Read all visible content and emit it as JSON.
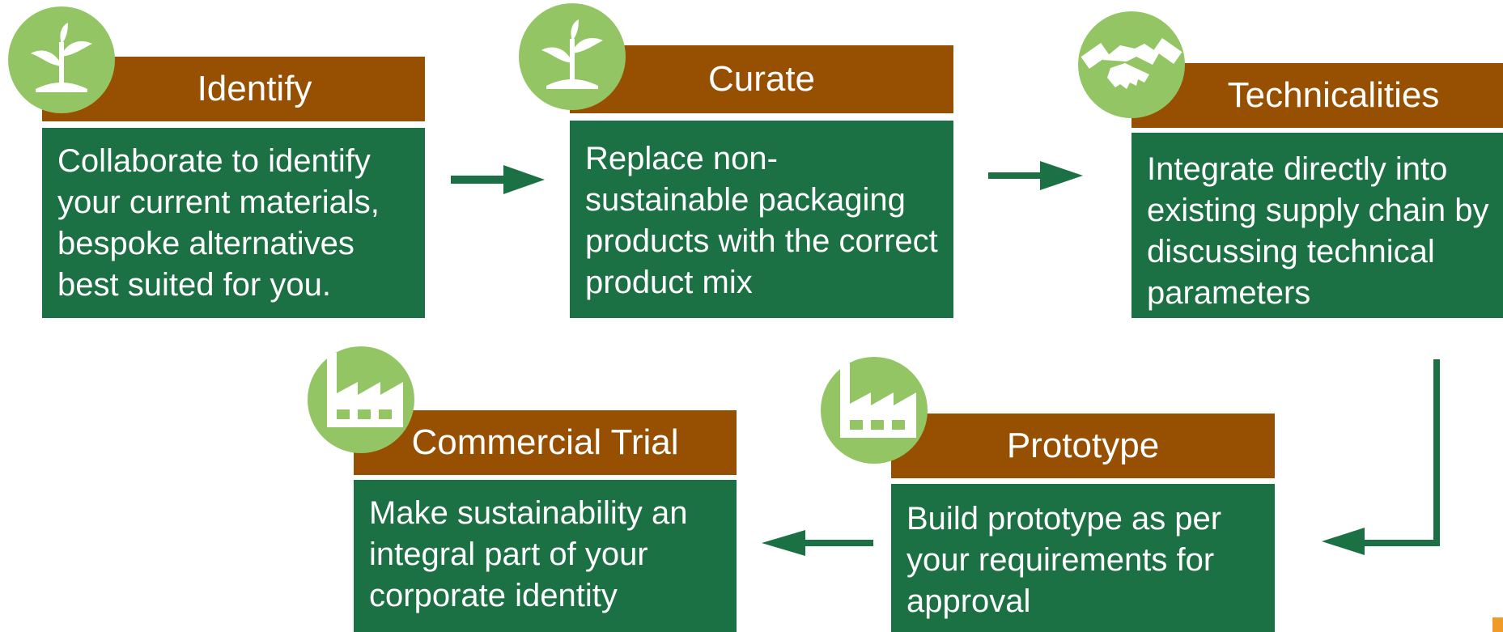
{
  "steps": [
    {
      "title": "Identify",
      "text": "Collaborate to identify your current materials, bespoke alternatives best suited for you.",
      "icon": "plant-sprout-icon"
    },
    {
      "title": "Curate",
      "text": "Replace non-sustainable packaging products with the correct product mix",
      "icon": "plant-sprout-icon"
    },
    {
      "title": "Technicalities",
      "text": "Integrate directly into existing supply chain by discussing technical parameters",
      "icon": "handshake-icon"
    },
    {
      "title": "Prototype",
      "text": "Build prototype as per your requirements for approval",
      "icon": "factory-icon"
    },
    {
      "title": "Commercial Trial",
      "text": "Make sustainability an integral part of your corporate identity",
      "icon": "factory-icon"
    }
  ],
  "colors": {
    "header": "#974f01",
    "body": "#1b7044",
    "icon_circle": "#93c565",
    "arrow": "#1b7044"
  }
}
